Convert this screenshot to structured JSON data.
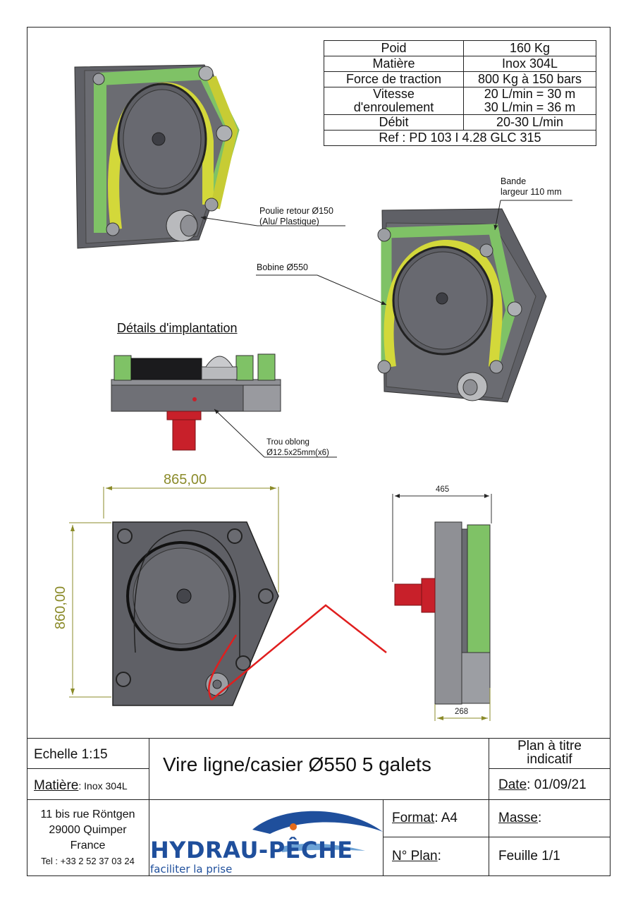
{
  "spec_table": {
    "rows": [
      {
        "label": "Poid",
        "value": "160 Kg"
      },
      {
        "label": "Matière",
        "value": "Inox 304L"
      },
      {
        "label": "Force de traction",
        "value": "800 Kg à 150 bars"
      },
      {
        "label_line1": "Vitesse",
        "label_line2": "d'enroulement",
        "value_line1": "20 L/min = 30 m",
        "value_line2": "30 L/min = 36 m"
      },
      {
        "label": "Débit",
        "value": "20-30 L/min"
      }
    ],
    "ref": "Ref : PD 103 I 4.28 GLC 315"
  },
  "callouts": {
    "bande_line1": "Bande",
    "bande_line2": "largeur 110 mm",
    "poulie_line1": "Poulie retour Ø150",
    "poulie_line2": "(Alu/ Plastique)",
    "bobine": "Bobine Ø550",
    "trou_line1": "Trou oblong",
    "trou_line2": "Ø12.5x25mm(x6)"
  },
  "section_heading": "Détails d'implantation",
  "dimensions": {
    "width": "865,00",
    "height": "860,00",
    "side_depth": "465",
    "side_base": "268"
  },
  "title_block": {
    "scale": "Echelle 1:15",
    "material_label": "Matière",
    "material_value": ": Inox 304L",
    "title": "Vire ligne/casier Ø550 5 galets",
    "plan_line1": "Plan à titre",
    "plan_line2": "indicatif",
    "date_label": "Date",
    "date_value": ": 01/09/21",
    "address_line1": "11 bis rue Röntgen",
    "address_line2": "29000 Quimper",
    "address_line3": "France",
    "phone": "Tel : +33 2 52 37 03 24",
    "format_label": "Format",
    "format_value": ": A4",
    "masse_label": "Masse",
    "masse_value": ":",
    "plan_no_label": "N° Plan",
    "plan_no_value": ":",
    "sheet": "Feuille 1/1"
  },
  "logo": {
    "name": "HYDRAU-PÊCHE",
    "tagline": "faciliter la prise"
  },
  "colors": {
    "frame": "#5f6066",
    "belt_green": "#7fc266",
    "belt_yellow": "#d3d83a",
    "motor_red": "#c8202a",
    "dimension": "#8b8b2a",
    "annotation_red": "#e01e1e",
    "logo_blue": "#1f4f9c"
  }
}
